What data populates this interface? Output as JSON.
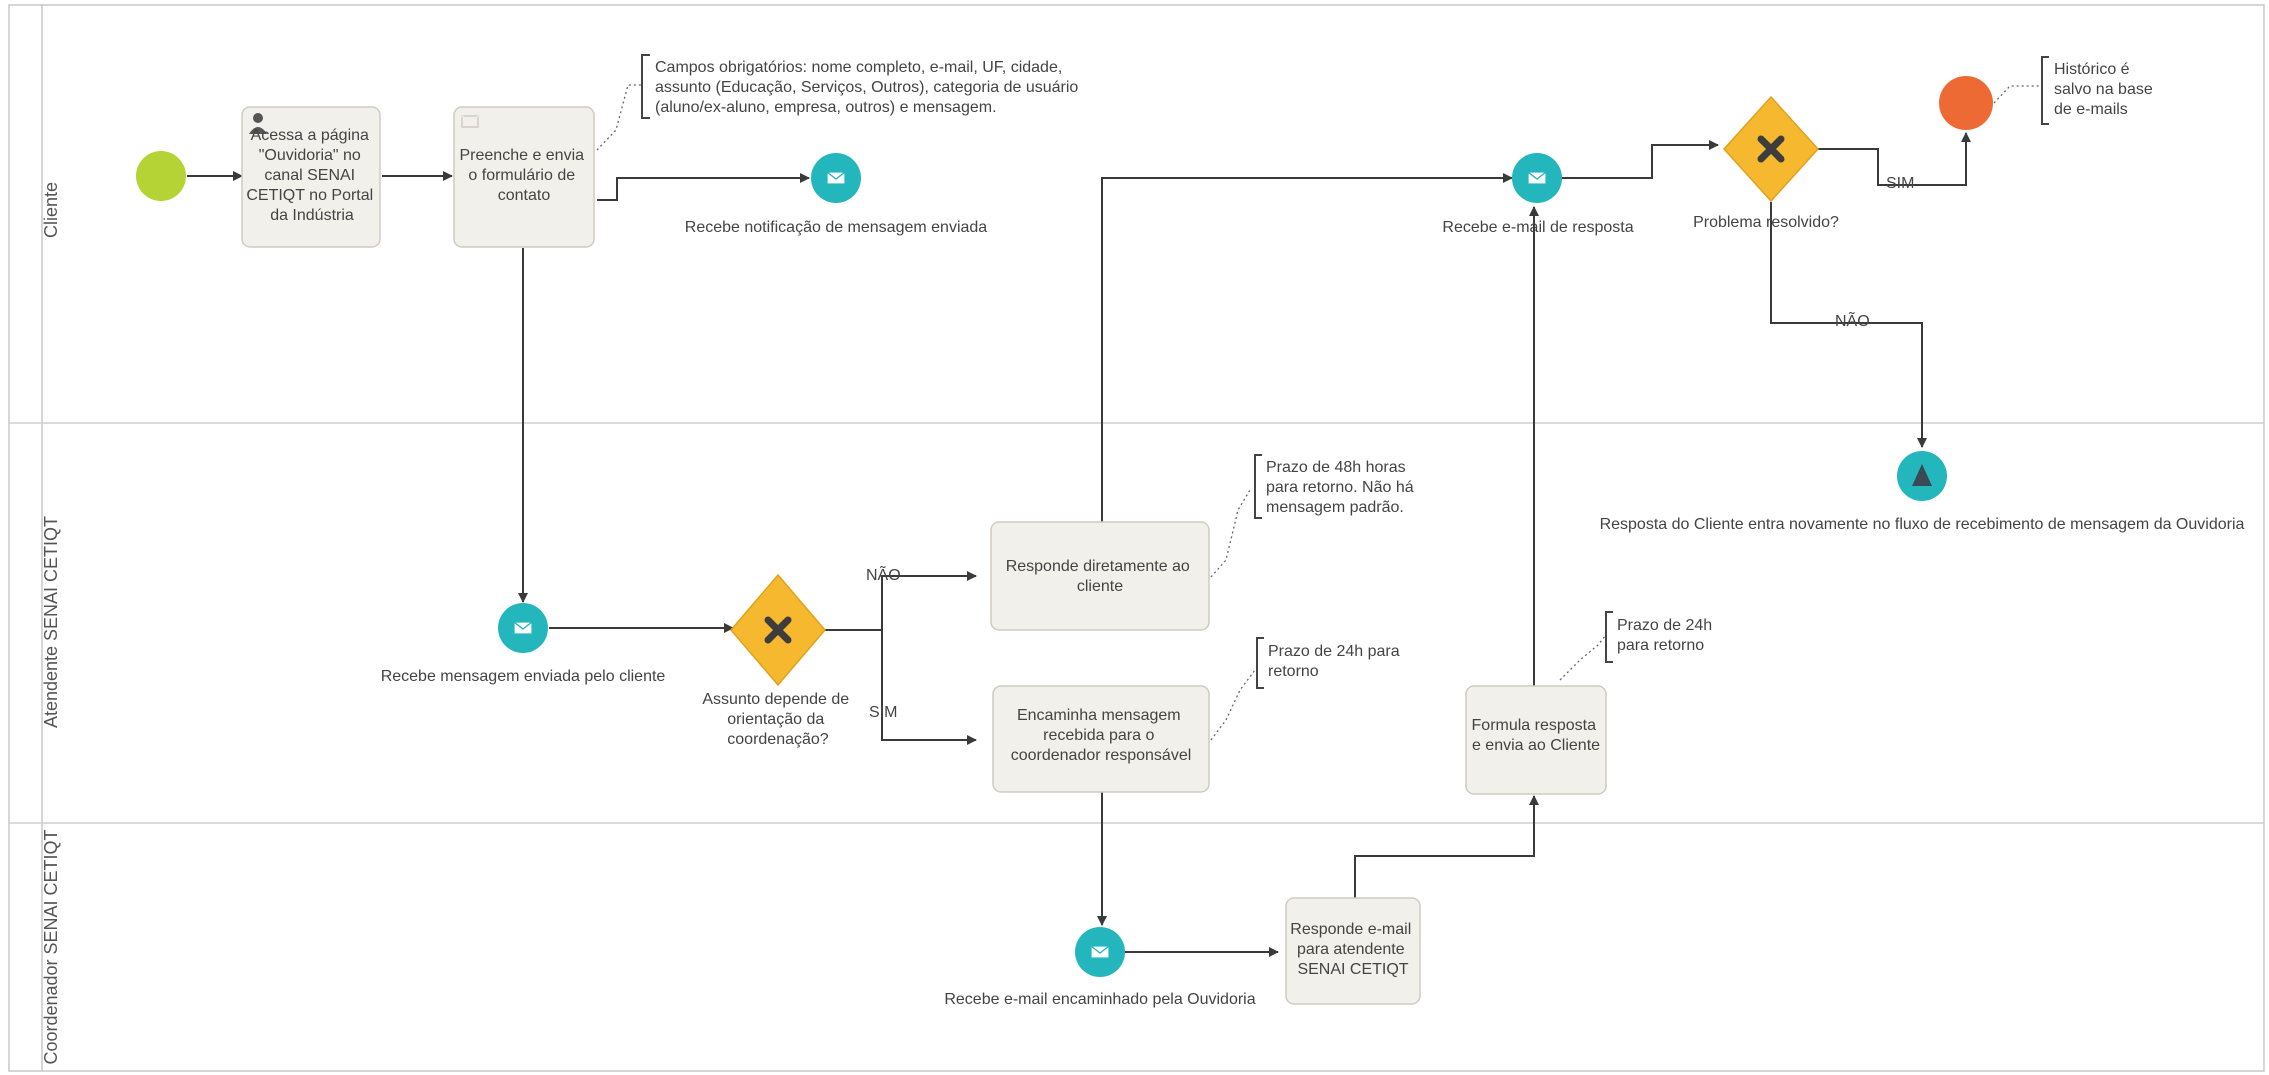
{
  "lanes": [
    {
      "id": "cliente",
      "label": "Cliente"
    },
    {
      "id": "atendente",
      "label": "Atendente SENAI CETIQT"
    },
    {
      "id": "coordenador",
      "label": "Coordenador SENAI CETIQT"
    }
  ],
  "tasks": {
    "acessa": [
      "Acessa a página",
      "\"Ouvidoria\" no",
      "canal SENAI",
      "CETIQT no Portal",
      "da Indústria"
    ],
    "preenche": [
      "Preenche e envia",
      "o formulário de",
      "contato"
    ],
    "responde_cliente": [
      "Responde diretamente ao",
      "cliente"
    ],
    "encaminha": [
      "Encaminha mensagem",
      "recebida para o",
      "coordenador responsável"
    ],
    "formula": [
      "Formula resposta",
      "e envia ao Cliente"
    ],
    "responde_email": [
      "Responde e-mail",
      "para atendente",
      "SENAI CETIQT"
    ]
  },
  "events": {
    "notificacao": "Recebe notificação de mensagem enviada",
    "recebe_email_resposta": "Recebe e-mail de resposta",
    "recebe_mensagem": "Recebe mensagem enviada pelo cliente",
    "recebe_encaminhado": "Recebe e-mail encaminhado pela Ouvidoria",
    "escalation": "Resposta do Cliente entra novamente no fluxo de recebimento de mensagem da Ouvidoria"
  },
  "gateways": {
    "problema": "Problema resolvido?",
    "assunto": [
      "Assunto depende de",
      "orientação da",
      "coordenação?"
    ]
  },
  "flow_labels": {
    "sim_top": "SIM",
    "nao_top": "NÃO",
    "nao_mid": "NÃO",
    "sim_mid": "SIM"
  },
  "annotations": {
    "campos": [
      "Campos obrigatórios: nome completo, e-mail, UF, cidade,",
      "assunto (Educação, Serviços, Outros), categoria de usuário",
      "(aluno/ex-aluno, empresa, outros) e mensagem."
    ],
    "historico": [
      "Histórico é",
      "salvo na base",
      "de e-mails"
    ],
    "prazo48": [
      "Prazo de 48h horas",
      "para retorno. Não há",
      "mensagem padrão."
    ],
    "prazo24a": [
      "Prazo de 24h para",
      "retorno"
    ],
    "prazo24b": [
      "Prazo de 24h",
      "para retorno"
    ]
  },
  "colors": {
    "start_event": "#b5d334",
    "end_event": "#ee6a35",
    "message_event": "#24b6bd",
    "gateway": "#f5b82e",
    "task_fill": "#f2f0eb"
  }
}
